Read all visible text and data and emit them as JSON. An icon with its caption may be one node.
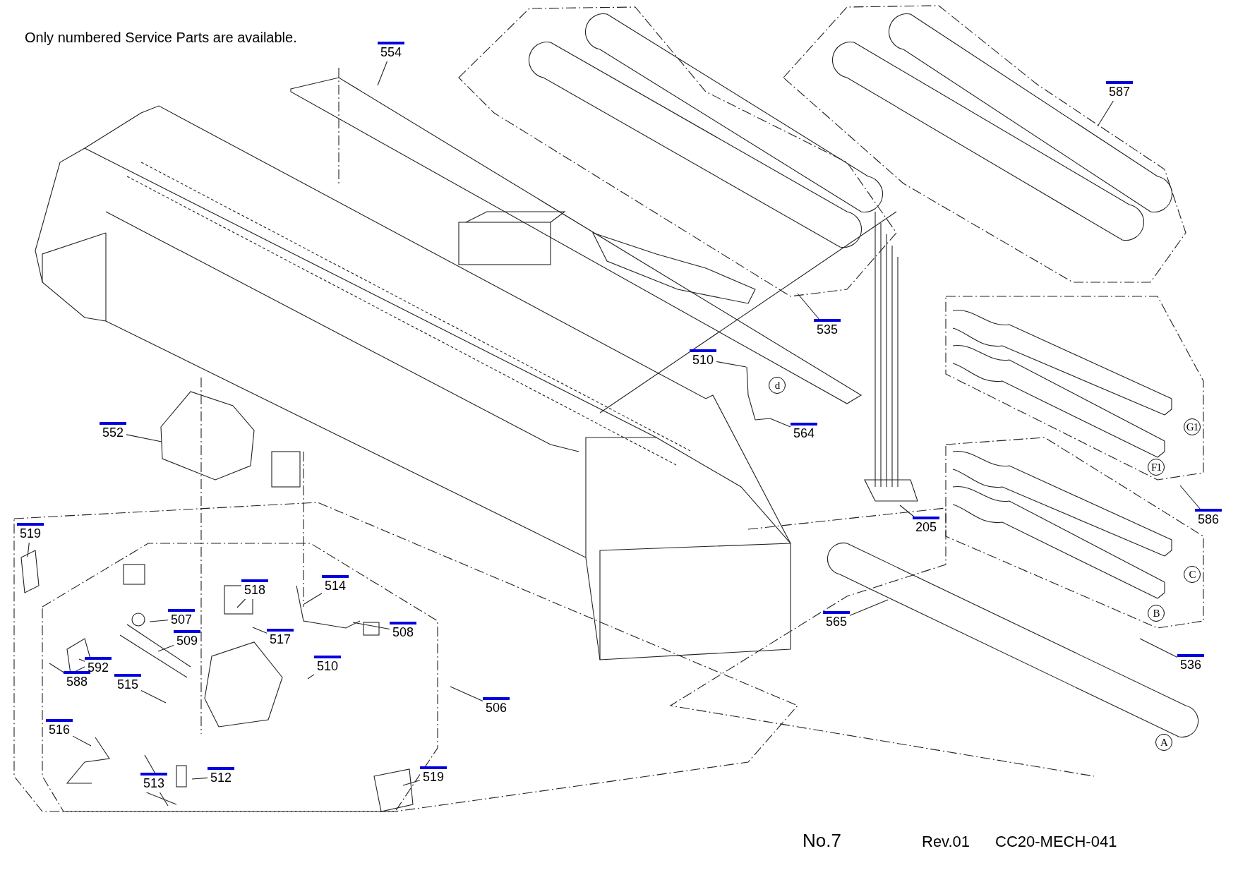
{
  "diagram": {
    "nodes": [
      {
        "text": [
          "554"
        ]
      },
      {
        "text": [
          "587"
        ]
      },
      {
        "text": [
          "535"
        ]
      },
      {
        "text": [
          "510"
        ]
      },
      {
        "text": [
          "564"
        ]
      },
      {
        "text": [
          "552"
        ]
      },
      {
        "text": [
          "205"
        ]
      },
      {
        "text": [
          "586"
        ]
      },
      {
        "text": [
          "519"
        ]
      },
      {
        "text": [
          "518"
        ]
      },
      {
        "text": [
          "514"
        ]
      },
      {
        "text": [
          "507"
        ]
      },
      {
        "text": [
          "509"
        ]
      },
      {
        "text": [
          "517"
        ]
      },
      {
        "text": [
          "508"
        ]
      },
      {
        "text": [
          "565"
        ]
      },
      {
        "text": [
          "536"
        ]
      },
      {
        "text": [
          "592"
        ]
      },
      {
        "text": [
          "588"
        ]
      },
      {
        "text": [
          "510"
        ]
      },
      {
        "text": [
          "515"
        ]
      },
      {
        "text": [
          "506"
        ]
      },
      {
        "text": [
          "516"
        ]
      },
      {
        "text": [
          "513"
        ]
      },
      {
        "text": [
          "512"
        ]
      },
      {
        "text": [
          "519"
        ]
      }
    ],
    "edges": [
      {
        "from": 0,
        "to": null,
        "arrow": "none"
      },
      {
        "from": 1,
        "to": null,
        "arrow": "none"
      },
      {
        "from": 2,
        "to": null,
        "arrow": "none"
      },
      {
        "from": 3,
        "to": null,
        "arrow": "none"
      },
      {
        "from": 4,
        "to": null,
        "arrow": "none"
      },
      {
        "from": 5,
        "to": null,
        "arrow": "none"
      },
      {
        "from": 6,
        "to": null,
        "arrow": "none"
      },
      {
        "from": 7,
        "to": null,
        "arrow": "none"
      },
      {
        "from": 8,
        "to": null,
        "arrow": "none"
      },
      {
        "from": 9,
        "to": null,
        "arrow": "none"
      },
      {
        "from": 10,
        "to": null,
        "arrow": "none"
      },
      {
        "from": 11,
        "to": null,
        "arrow": "none"
      },
      {
        "from": 12,
        "to": null,
        "arrow": "none"
      },
      {
        "from": 13,
        "to": null,
        "arrow": "none"
      },
      {
        "from": 14,
        "to": null,
        "arrow": "none"
      },
      {
        "from": 15,
        "to": null,
        "arrow": "none"
      },
      {
        "from": 16,
        "to": null,
        "arrow": "none"
      },
      {
        "from": 17,
        "to": null,
        "arrow": "none"
      },
      {
        "from": 18,
        "to": null,
        "arrow": "none"
      },
      {
        "from": 19,
        "to": null,
        "arrow": "none"
      },
      {
        "from": 20,
        "to": null,
        "arrow": "none"
      },
      {
        "from": 21,
        "to": null,
        "arrow": "none"
      },
      {
        "from": 22,
        "to": null,
        "arrow": "none"
      },
      {
        "from": 23,
        "to": null,
        "arrow": "none"
      },
      {
        "from": 24,
        "to": null,
        "arrow": "none"
      },
      {
        "from": 25,
        "to": null,
        "arrow": "none"
      }
    ],
    "labels": [
      "Only numbered Service Parts are available.",
      "d",
      "G1",
      "F1",
      "C",
      "B",
      "A",
      "No.7",
      "Rev.01",
      "CC20-MECH-041"
    ]
  }
}
